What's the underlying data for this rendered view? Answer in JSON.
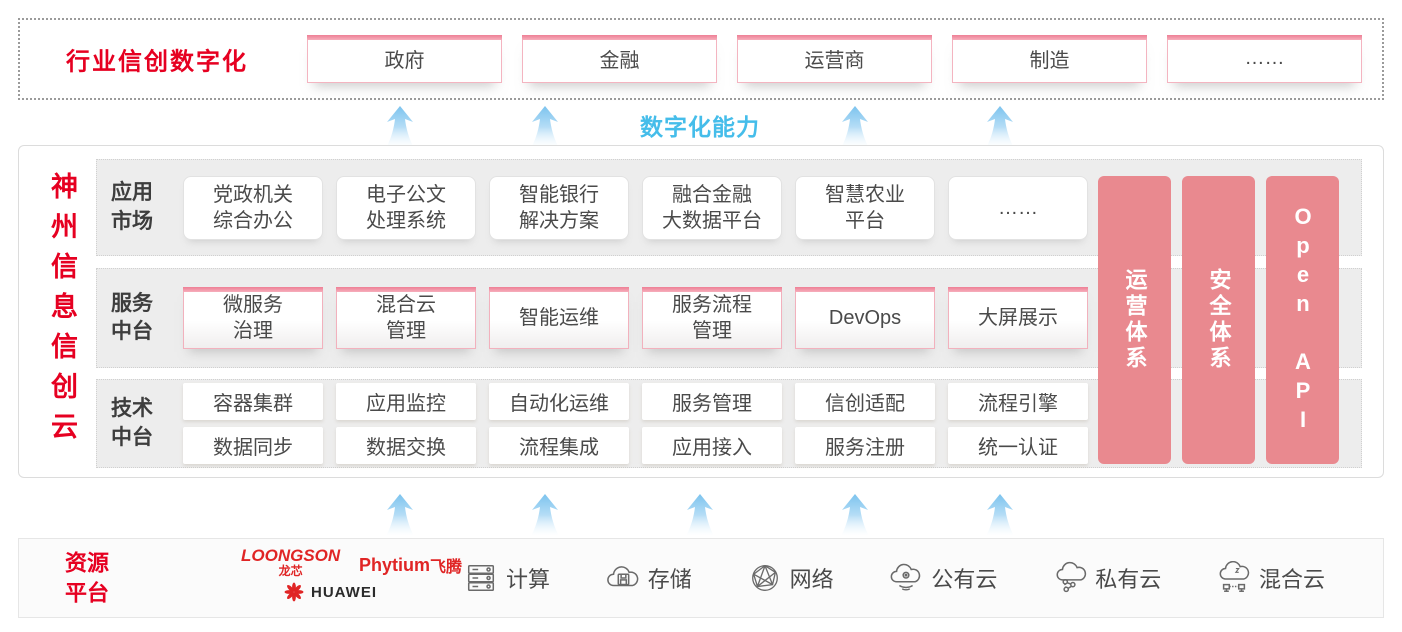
{
  "colors": {
    "accent_red": "#e60021",
    "pillar_pink": "#e9898f",
    "capability_cyan": "#45bdea",
    "box_border_pink": "#f2b1bd"
  },
  "top": {
    "title": "行业信创数字化",
    "industries": [
      "政府",
      "金融",
      "运营商",
      "制造",
      "……"
    ]
  },
  "capability": {
    "label": "数字化能力"
  },
  "main": {
    "side_title": "神州信息信创云",
    "rows": [
      {
        "label": "应用\n市场",
        "items": [
          "党政机关\n综合办公",
          "电子公文\n处理系统",
          "智能银行\n解决方案",
          "融合金融\n大数据平台",
          "智慧农业\n平台",
          "……"
        ]
      },
      {
        "label": "服务\n中台",
        "items": [
          "微服务\n治理",
          "混合云\n管理",
          "智能运维",
          "服务流程\n管理",
          "DevOps",
          "大屏展示"
        ]
      },
      {
        "label": "技术\n中台",
        "items_row1": [
          "容器集群",
          "应用监控",
          "自动化运维",
          "服务管理",
          "信创适配",
          "流程引擎"
        ],
        "items_row2": [
          "数据同步",
          "数据交换",
          "流程集成",
          "应用接入",
          "服务注册",
          "统一认证"
        ]
      }
    ],
    "pillars": [
      "运营体系",
      "安全体系",
      "Open API"
    ]
  },
  "bottom": {
    "label": "资源\n平台",
    "logos": {
      "loongson_en": "LOONGSON",
      "loongson_cn": "龙芯",
      "phytium_en": "Phytium",
      "phytium_cn": "飞腾",
      "huawei": "HUAWEI"
    },
    "resources": [
      {
        "label": "计算"
      },
      {
        "label": "存储"
      },
      {
        "label": "网络"
      },
      {
        "label": "公有云"
      },
      {
        "label": "私有云"
      },
      {
        "label": "混合云"
      }
    ]
  }
}
